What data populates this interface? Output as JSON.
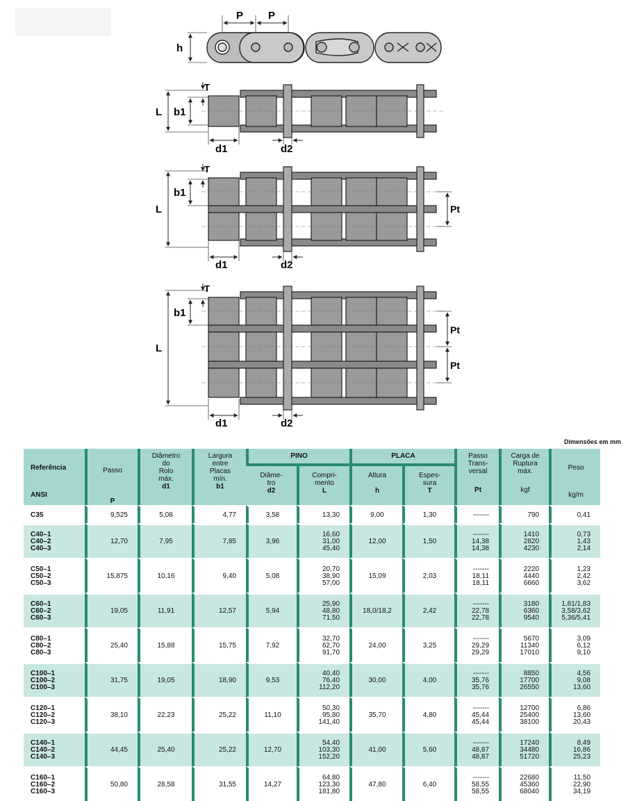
{
  "diagram_labels": {
    "top": {
      "p1": "P",
      "p2": "P",
      "h": "h"
    },
    "simplex": {
      "T": "T",
      "L": "L",
      "b1": "b1",
      "d1": "d1",
      "d2": "d2"
    },
    "duplex": {
      "T": "T",
      "L": "L",
      "b1": "b1",
      "Pt": "Pt",
      "d1": "d1",
      "d2": "d2"
    },
    "triplex": {
      "T": "T",
      "L": "L",
      "b1": "b1",
      "Pt1": "Pt",
      "Pt2": "Pt",
      "d1": "d1",
      "d2": "d2"
    }
  },
  "units_note": "Dimensões em mm",
  "header": {
    "referencia": "Referência",
    "ansi": "ANSI",
    "passo": "Passo",
    "passo_sym": "P",
    "diametro": [
      "Diâmetro",
      "do",
      "Rolo",
      "máx."
    ],
    "diametro_sym": "d1",
    "largura": [
      "Largura",
      "entre",
      "Placas",
      "mín."
    ],
    "largura_sym": "b1",
    "pino": "PINO",
    "pino_diam": [
      "Diâme-",
      "tro"
    ],
    "pino_diam_sym": "d2",
    "pino_comp": [
      "Compri-",
      "mento"
    ],
    "pino_comp_sym": "L",
    "placa": "PLACA",
    "placa_alt": "Altura",
    "placa_alt_sym": "h",
    "placa_esp": [
      "Espes-",
      "sura"
    ],
    "placa_esp_sym": "T",
    "passo_trans": [
      "Passo",
      "Trans-",
      "versal"
    ],
    "passo_trans_sym": "Pt",
    "carga": [
      "Carga de",
      "Ruptura",
      "máx."
    ],
    "carga_unit": "kgf",
    "peso": "Peso",
    "peso_unit": "kg/m"
  },
  "rows": [
    {
      "ref": [
        "C35"
      ],
      "p": "9,525",
      "d1": "5,08",
      "b1": "4,77",
      "d2": "3,58",
      "L": [
        "13,30"
      ],
      "h": "9,00",
      "T": "1,30",
      "pt": [
        "-------"
      ],
      "kgf": [
        "790"
      ],
      "peso": [
        "0,41"
      ]
    },
    {
      "ref": [
        "C40–1",
        "C40–2",
        "C40–3"
      ],
      "p": "12,70",
      "d1": "7,95",
      "b1": "7,85",
      "d2": "3,96",
      "L": [
        "16,60",
        "31,00",
        "45,40"
      ],
      "h": "12,00",
      "T": "1,50",
      "pt": [
        "-------",
        "14,38",
        "14,38"
      ],
      "kgf": [
        "1410",
        "2820",
        "4230"
      ],
      "peso": [
        "0,73",
        "1,43",
        "2,14"
      ]
    },
    {
      "ref": [
        "C50–1",
        "C50–2",
        "C50–3"
      ],
      "p": "15,875",
      "d1": "10,16",
      "b1": "9,40",
      "d2": "5,08",
      "L": [
        "20,70",
        "38,90",
        "57,00"
      ],
      "h": "15,09",
      "T": "2,03",
      "pt": [
        "-------",
        "18,11",
        "18,11"
      ],
      "kgf": [
        "2220",
        "4440",
        "6660"
      ],
      "peso": [
        "1,23",
        "2,42",
        "3,62"
      ]
    },
    {
      "ref": [
        "C60–1",
        "C60–2",
        "C60–3"
      ],
      "p": "19,05",
      "d1": "11,91",
      "b1": "12,57",
      "d2": "5,94",
      "L": [
        "25,90",
        "48,80",
        "71,50"
      ],
      "h": "18,0/18,2",
      "T": "2,42",
      "pt": [
        "-------",
        "22,78",
        "22,78"
      ],
      "kgf": [
        "3180",
        "6360",
        "9540"
      ],
      "peso": [
        "1,81/1,83",
        "3,58/3,62",
        "5,36/5,41"
      ]
    },
    {
      "ref": [
        "C80–1",
        "C80–2",
        "C80–3"
      ],
      "p": "25,40",
      "d1": "15,88",
      "b1": "15,75",
      "d2": "7,92",
      "L": [
        "32,70",
        "62,70",
        "91,70"
      ],
      "h": "24,00",
      "T": "3,25",
      "pt": [
        "-------",
        "29,29",
        "29,29"
      ],
      "kgf": [
        "5670",
        "11340",
        "17010"
      ],
      "peso": [
        "3,09",
        "6,12",
        "9,10"
      ]
    },
    {
      "ref": [
        "C100–1",
        "C100–2",
        "C100–3"
      ],
      "p": "31,75",
      "d1": "19,05",
      "b1": "18,90",
      "d2": "9,53",
      "L": [
        "40,40",
        "76,40",
        "112,20"
      ],
      "h": "30,00",
      "T": "4,00",
      "pt": [
        "-------",
        "35,76",
        "35,76"
      ],
      "kgf": [
        "8850",
        "17700",
        "26550"
      ],
      "peso": [
        "4,56",
        "9,08",
        "13,60"
      ]
    },
    {
      "ref": [
        "C120–1",
        "C120–2",
        "C120–3"
      ],
      "p": "38,10",
      "d1": "22,23",
      "b1": "25,22",
      "d2": "11,10",
      "L": [
        "50,30",
        "95,80",
        "141,40"
      ],
      "h": "35,70",
      "T": "4,80",
      "pt": [
        "-------",
        "45,44",
        "45,44"
      ],
      "kgf": [
        "12700",
        "25400",
        "38100"
      ],
      "peso": [
        "6,86",
        "13,60",
        "20,43"
      ]
    },
    {
      "ref": [
        "C140–1",
        "C140–2",
        "C140–3"
      ],
      "p": "44,45",
      "d1": "25,40",
      "b1": "25,22",
      "d2": "12,70",
      "L": [
        "54,40",
        "103,30",
        "152,20"
      ],
      "h": "41,00",
      "T": "5,60",
      "pt": [
        "-------",
        "48,87",
        "48,87"
      ],
      "kgf": [
        "17240",
        "34480",
        "51720"
      ],
      "peso": [
        "8,49",
        "16,86",
        "25,23"
      ]
    },
    {
      "ref": [
        "C160–1",
        "C160–2",
        "C160–3"
      ],
      "p": "50,80",
      "d1": "28,58",
      "b1": "31,55",
      "d2": "14,27",
      "L": [
        "64,80",
        "123,30",
        "181,80"
      ],
      "h": "47,80",
      "T": "6,40",
      "pt": [
        "-------",
        "58,55",
        "58,55"
      ],
      "kgf": [
        "22680",
        "45360",
        "68040"
      ],
      "peso": [
        "11,50",
        "22,90",
        "34,19"
      ]
    }
  ]
}
